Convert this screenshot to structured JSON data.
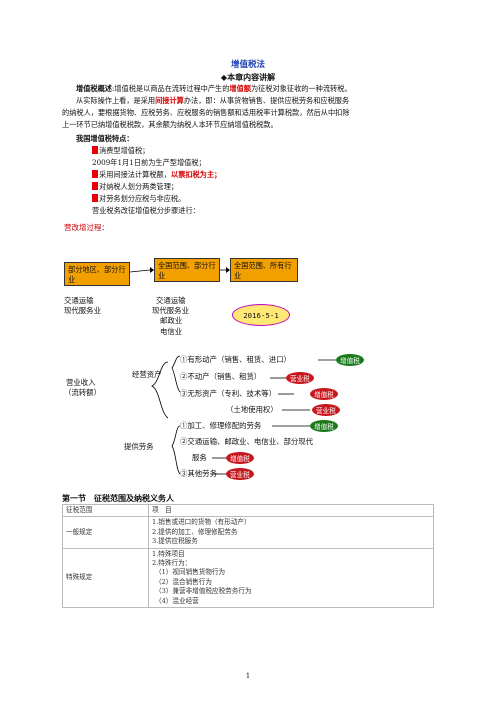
{
  "title": "增值税法",
  "subhead": "◆本章内容讲解",
  "overview": {
    "label": "增值税概述",
    "text_a": ":增值税是以商品在流转过程中产生的",
    "emph": "增值额",
    "text_b": "为征税对象征收的一种流转税。",
    "line2_a": "从实际操作上看，是采用",
    "line2_emph": "间接计算",
    "line2_b": "办法，即：从事货物销售、提供应税劳务和应税服务",
    "line3": "的纳税人，要根据货物、应税劳务、应税服务的销售额和适用税率计算税款，然后从中扣除",
    "line4": "上一环节已纳增值税税款，其余额为纳税人本环节应纳增值税税款。"
  },
  "features": {
    "heading": "我国增值税特点：",
    "items": [
      {
        "text": "消费型增值税；"
      },
      {
        "text": "2009年1月1日前为生产型增值税；"
      },
      {
        "text_a": "采用间接法计算税额，",
        "text_red": "以票扣税为主；"
      },
      {
        "text": "对纳税人划分两类管理；"
      },
      {
        "text": "对劳务划分应税与非应税。"
      }
    ],
    "last": "营业税务改征增值税分步骤进行："
  },
  "diagram": {
    "label": "营改增过程：",
    "box1": "部分地区、部分行业",
    "box2": "全国范围、部分行业",
    "box3": "全国范围、所有行业",
    "under1": [
      "交通运输",
      "现代服务业"
    ],
    "under2": [
      "交通运输",
      "现代服务业",
      "邮政业",
      "电信业"
    ],
    "date": "2016-5-1",
    "root": [
      "营业收入",
      "（流转额）"
    ],
    "branch1": "经营资产",
    "branch2": "提供劳务",
    "b1_items": [
      {
        "text": "①有形动产（销售、租赁、进口）",
        "tag": "增值税",
        "tag_color": "green"
      },
      {
        "text": "②不动产（销售、租赁）",
        "tag": "营业税",
        "tag_color": "red"
      },
      {
        "text": "③无形资产（专利、技术等）",
        "tag": "增值税",
        "tag_color": "red"
      },
      {
        "text": "（土地使用权）",
        "tag": "营业税",
        "tag_color": "red"
      }
    ],
    "b2_items": [
      {
        "text": "①加工、修理修配的劳务",
        "tag": "增值税",
        "tag_color": "green"
      },
      {
        "text": "②交通运输、邮政业、电信业、部分现代",
        "tag": "",
        "tag_color": ""
      },
      {
        "text": "服务",
        "tag": "增值税",
        "tag_color": "red"
      },
      {
        "text": "③其他劳务",
        "tag": "营业税",
        "tag_color": "red"
      }
    ]
  },
  "section": {
    "title": "第一节　征税范围及纳税义务人",
    "table": {
      "headers": [
        "征税范围",
        "项　目"
      ],
      "rows": [
        {
          "label": "一般规定",
          "items": [
            "1.销售或进口的货物（有形动产）",
            "2.提供的加工、修理修配劳务",
            "3.提供应税服务"
          ]
        },
        {
          "label": "特殊规定",
          "items": [
            "1.特殊项目",
            "2.特殊行为：",
            "（1）视同销售货物行为",
            "（2）混合销售行为",
            "（3）兼营非增值税应税劳务行为",
            "（4）混业经营"
          ]
        }
      ]
    }
  },
  "page_number": "1",
  "colors": {
    "title_blue": "#1a3fb0",
    "emph_red": "#d40000",
    "box_orange": "#f2a000",
    "tag_green": "#1a7a1a",
    "tag_red": "#c8161d"
  }
}
